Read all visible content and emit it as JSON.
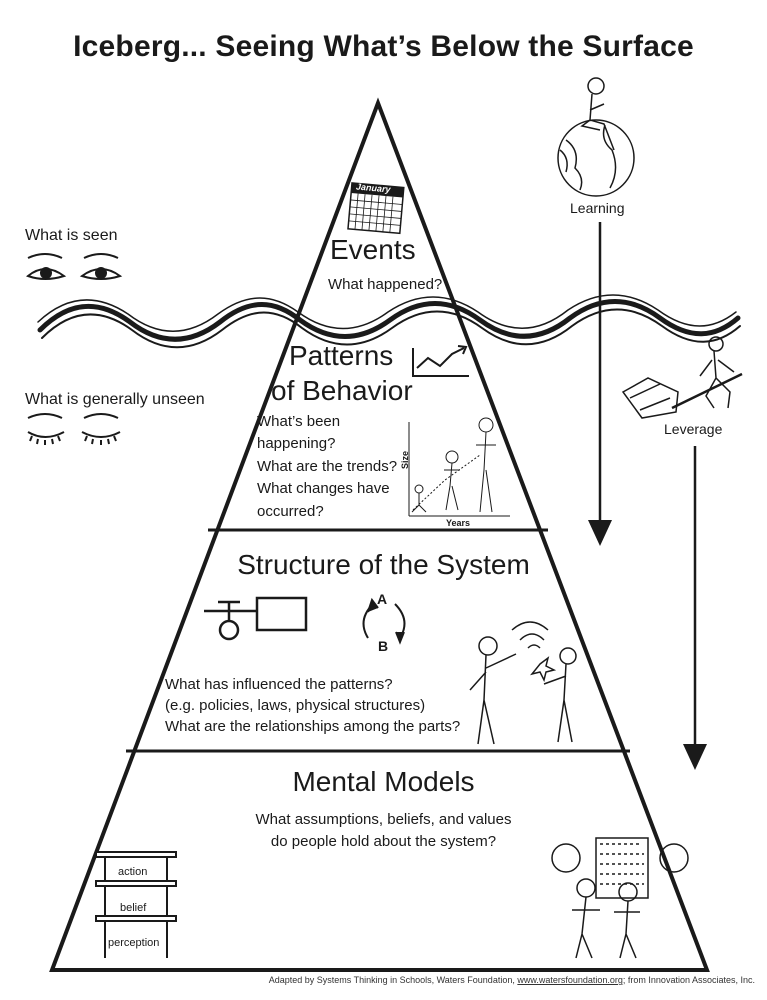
{
  "title": "Iceberg... Seeing What’s Below the Surface",
  "left_labels": {
    "seen": "What is seen",
    "unseen": "What is generally unseen"
  },
  "right_labels": {
    "learning": "Learning",
    "leverage": "Leverage"
  },
  "levels": {
    "events": {
      "heading": "Events",
      "question": "What happened?",
      "calendar_month": "January"
    },
    "patterns": {
      "heading_line1": "Patterns",
      "heading_line2": "of Behavior",
      "questions": [
        "What’s been",
        "happening?",
        "What are the trends?",
        "What changes have",
        "occurred?"
      ],
      "graph_y_label": "Size",
      "graph_x_label": "Years"
    },
    "structure": {
      "heading": "Structure of the System",
      "loop_a": "A",
      "loop_b": "B",
      "questions": [
        "What has influenced the patterns?",
        "(e.g. policies, laws, physical structures)",
        "What are the relationships among the parts?"
      ]
    },
    "mental": {
      "heading": "Mental Models",
      "questions": [
        "What assumptions, beliefs, and values",
        "do people hold about the system?"
      ],
      "ladder": [
        "action",
        "belief",
        "perception"
      ]
    }
  },
  "footer": {
    "prefix": "Adapted by Systems Thinking in Schools, Waters Foundation,",
    "link": "www.watersfoundation.org",
    "suffix": "; from Innovation Associates, Inc."
  }
}
